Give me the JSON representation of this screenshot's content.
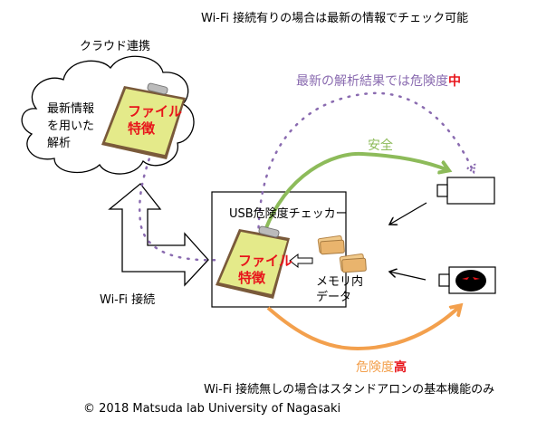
{
  "header": {
    "wifi_on_note": "Wi-Fi 接続有りの場合は最新の情報でチェック可能"
  },
  "cloud": {
    "title": "クラウド連携",
    "body_lines": [
      "最新情報",
      "を用いた",
      "解析"
    ],
    "clipboard_lines": [
      "ファイル",
      "特徴"
    ]
  },
  "checker": {
    "title": "USB危険度チェッカー",
    "clipboard_lines": [
      "ファイル",
      "特徴"
    ],
    "memory_lines": [
      "メモリ内",
      "データ"
    ]
  },
  "wifi_label": "Wi-Fi 接続",
  "latest_result": {
    "prefix": "最新の解析結果では危険度",
    "level": "中"
  },
  "safe_label": "安全",
  "high_risk": {
    "prefix": "危険度",
    "level": "高"
  },
  "footer": {
    "wifi_off_note": "Wi-Fi 接続無しの場合はスタンドアロンの基本機能のみ",
    "copyright": "© 2018 Matsuda lab University of Nagasaki"
  },
  "colors": {
    "purple": "#8a6bb0",
    "green": "#8dbb5a",
    "orange": "#f3a04d",
    "red": "#e8151b",
    "clipboard_yellow": "#e4ea8a"
  }
}
